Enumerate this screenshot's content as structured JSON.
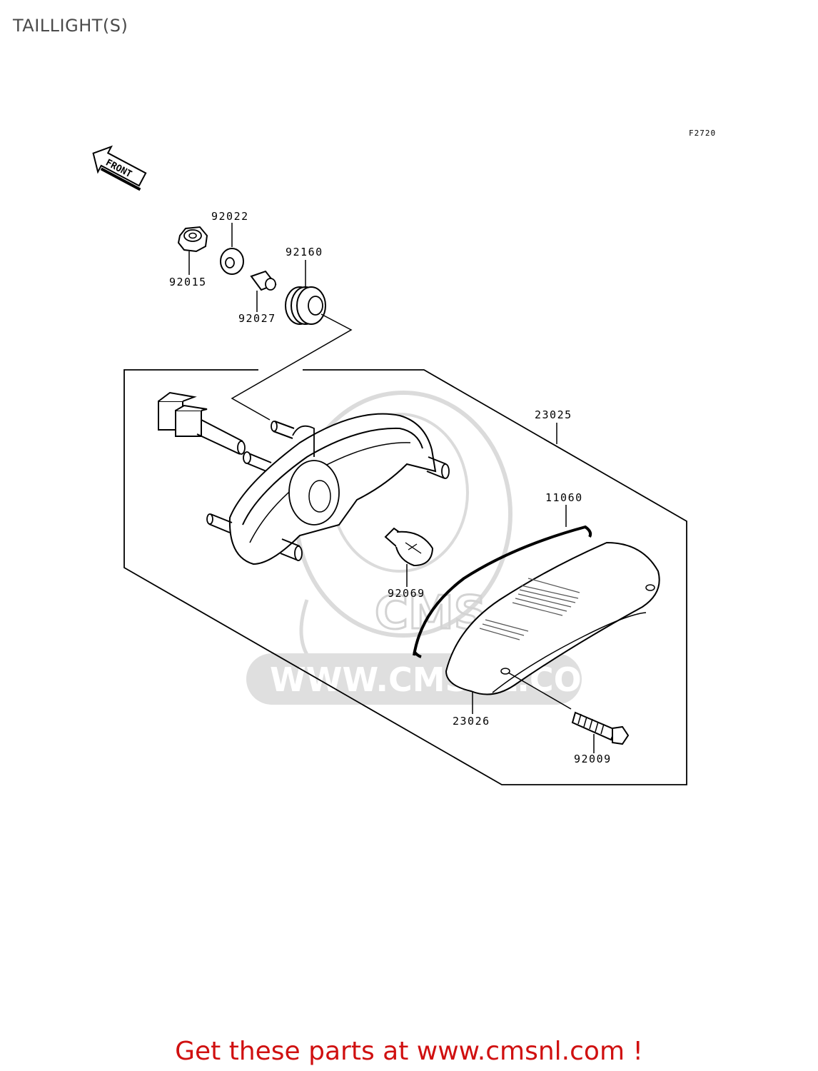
{
  "title": "TAILLIGHT(S)",
  "figure_code": "F2720",
  "front_label": "FRONT",
  "watermark": {
    "logo_text": "CMS",
    "url_text": "WWW.CMSNL.COM"
  },
  "parts": [
    {
      "key": "p92022",
      "number": "92022"
    },
    {
      "key": "p92160",
      "number": "92160"
    },
    {
      "key": "p92015",
      "number": "92015"
    },
    {
      "key": "p92027",
      "number": "92027"
    },
    {
      "key": "p23025",
      "number": "23025"
    },
    {
      "key": "p11060",
      "number": "11060"
    },
    {
      "key": "p92069",
      "number": "92069"
    },
    {
      "key": "p23026",
      "number": "23026"
    },
    {
      "key": "p92009",
      "number": "92009"
    }
  ],
  "promo_text": "Get these parts at www.cmsnl.com !",
  "colors": {
    "title": "#4a4a4a",
    "promo": "#d01010",
    "line": "#000000",
    "watermark": "#d8d8d8"
  }
}
